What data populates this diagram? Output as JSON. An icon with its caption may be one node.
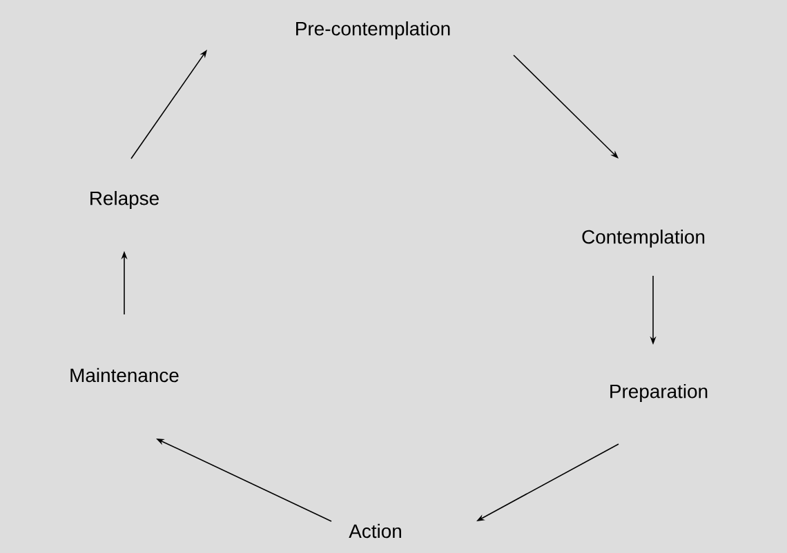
{
  "diagram": {
    "nodes": [
      {
        "text": [
          "Pre-contemplation"
        ]
      },
      {
        "text": [
          "Contemplation"
        ]
      },
      {
        "text": [
          "Preparation"
        ]
      },
      {
        "text": [
          "Action"
        ]
      },
      {
        "text": [
          "Maintenance"
        ]
      },
      {
        "text": [
          "Relapse"
        ]
      }
    ],
    "edges": [
      {
        "from": 0,
        "to": 1,
        "arrow": "to"
      },
      {
        "from": 1,
        "to": 2,
        "arrow": "to"
      },
      {
        "from": 2,
        "to": 3,
        "arrow": "to"
      },
      {
        "from": 3,
        "to": 4,
        "arrow": "to"
      },
      {
        "from": 4,
        "to": 5,
        "arrow": "to"
      },
      {
        "from": 5,
        "to": 0,
        "arrow": "to"
      }
    ]
  }
}
